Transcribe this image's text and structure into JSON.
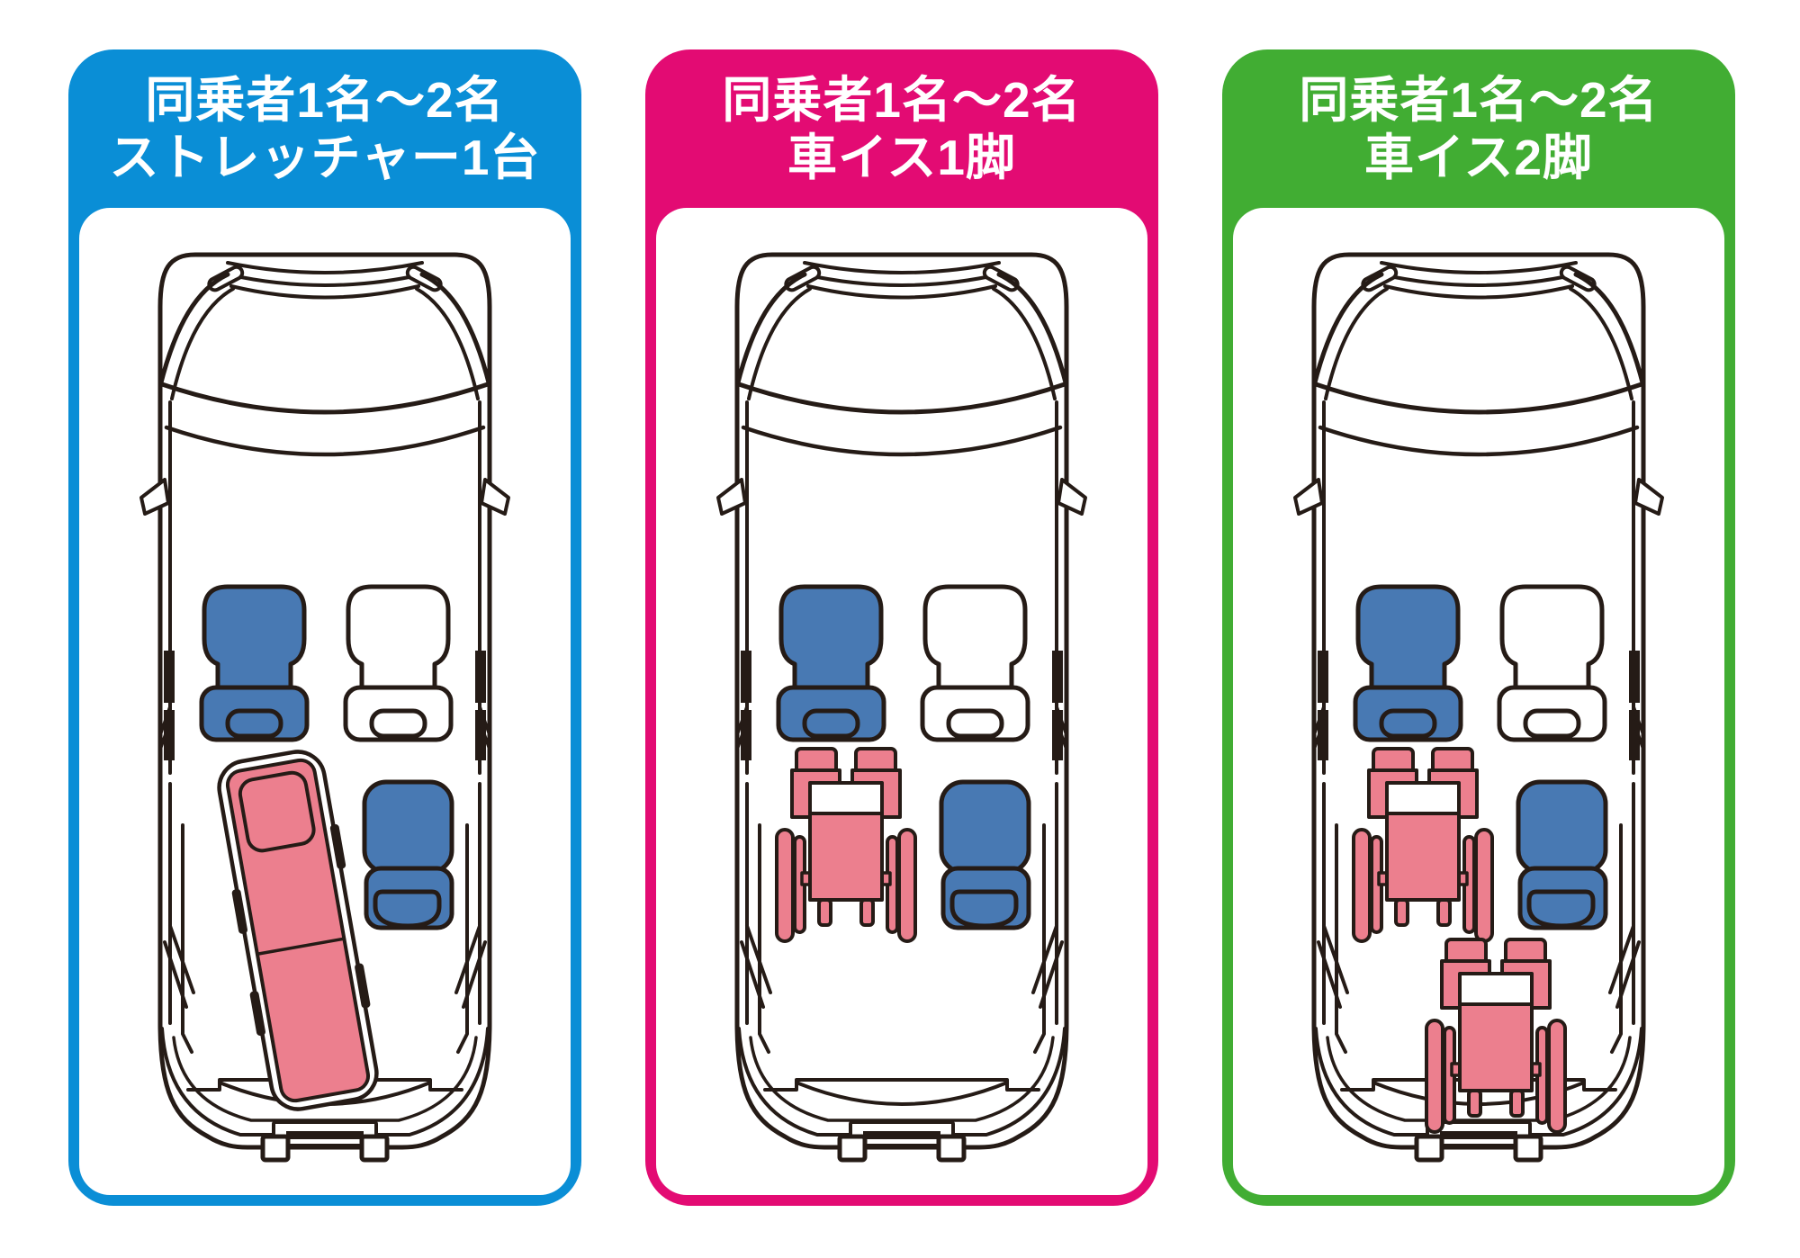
{
  "panels": [
    {
      "name": "stretcher-layout",
      "header_line1": "同乗者1名～2名",
      "header_line2": "ストレッチャー1台",
      "accent_color": "#0a8ed6",
      "cargo": "stretcher",
      "cargo_icon": "stretcher-icon",
      "companion_seats": 2,
      "stretchers": 1,
      "wheelchairs": 0
    },
    {
      "name": "one-wheelchair-layout",
      "header_line1": "同乗者1名～2名",
      "header_line2": "車イス1脚",
      "accent_color": "#e30b73",
      "cargo": "wheelchair-1",
      "cargo_icon": "wheelchair-icon",
      "companion_seats": 2,
      "stretchers": 0,
      "wheelchairs": 1
    },
    {
      "name": "two-wheelchair-layout",
      "header_line1": "同乗者1名～2名",
      "header_line2": "車イス2脚",
      "accent_color": "#41ad33",
      "cargo": "wheelchair-2",
      "cargo_icon": "wheelchair-icon",
      "companion_seats": 2,
      "stretchers": 0,
      "wheelchairs": 2
    }
  ],
  "colors": {
    "line": "#251b16",
    "seat_blue": "#4879b3",
    "seat_white": "#ffffff",
    "cargo_pink": "#ec7f8e",
    "header_text": "#ffffff",
    "page_background": "#ffffff"
  }
}
